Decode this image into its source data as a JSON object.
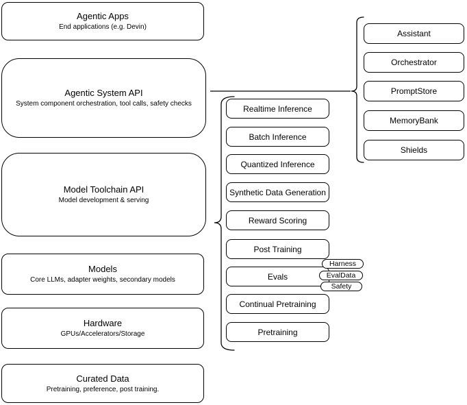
{
  "colors": {
    "background": "#ffffff",
    "stroke": "#000000",
    "text": "#000000"
  },
  "left_stack": [
    {
      "title": "Agentic Apps",
      "subtitle": "End applications (e.g. Devin)"
    },
    {
      "title": "Agentic System API",
      "subtitle": "System component orchestration, tool calls, safety checks"
    },
    {
      "title": "Model Toolchain API",
      "subtitle": "Model development & serving"
    },
    {
      "title": "Models",
      "subtitle": "Core LLMs, adapter weights, secondary models"
    },
    {
      "title": "Hardware",
      "subtitle": "GPUs/Accelerators/Storage"
    },
    {
      "title": "Curated Data",
      "subtitle": "Pretraining, preference, post training."
    }
  ],
  "toolchain_items": [
    "Realtime Inference",
    "Batch Inference",
    "Quantized Inference",
    "Synthetic Data Generation",
    "Reward Scoring",
    "Post Training",
    "Evals",
    "Continual Pretraining",
    "Pretraining"
  ],
  "evals_tags": [
    "Harness",
    "EvalData",
    "Safety"
  ],
  "system_components": [
    "Assistant",
    "Orchestrator",
    "PromptStore",
    "MemoryBank",
    "Shields"
  ]
}
